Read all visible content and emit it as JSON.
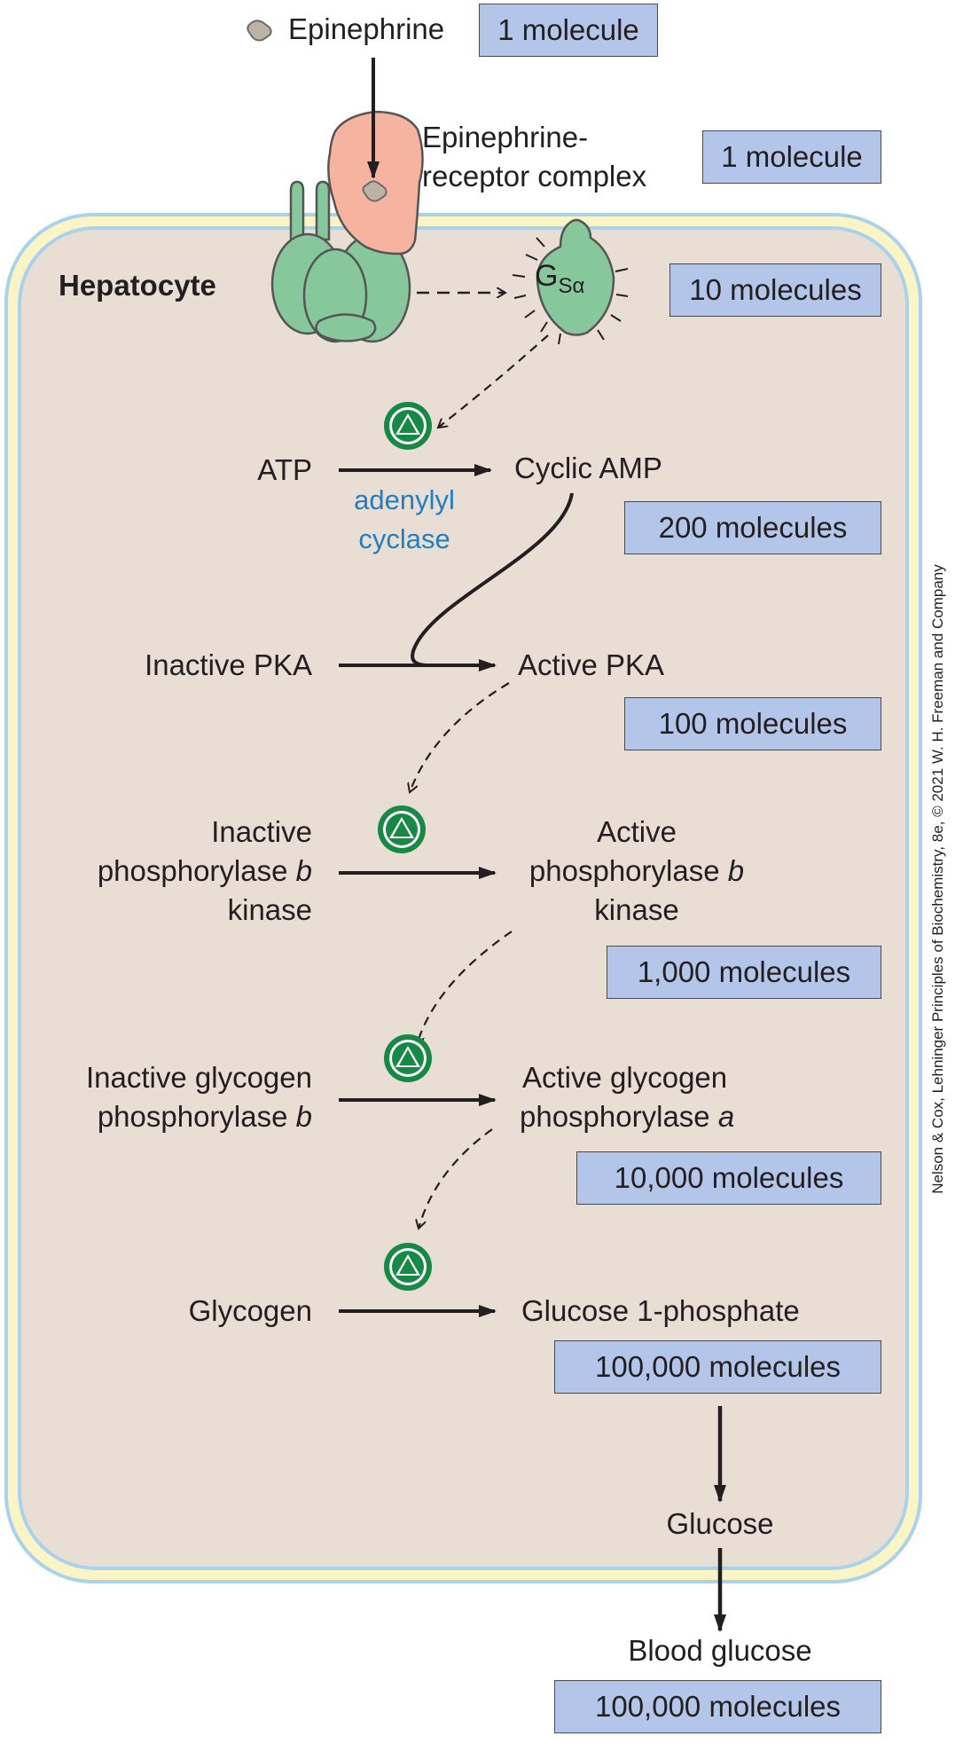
{
  "cell_label": "Hepatocyte",
  "credit": "Nelson & Cox, Lehninger Principles of Biochemistry, 8e, © 2021 W. H. Freeman and Company",
  "gs_alpha": {
    "main": "G",
    "sub": "Sα"
  },
  "enzyme": {
    "line1": "adenylyl",
    "line2": "cyclase"
  },
  "labels": {
    "epinephrine": "Epinephrine",
    "complex_l1": "Epinephrine-",
    "complex_l2": "receptor complex",
    "atp": "ATP",
    "camp": "Cyclic AMP",
    "inactive_pka": "Inactive PKA",
    "active_pka": "Active PKA",
    "ipk_l1": "Inactive",
    "ipk_l2": "phosphorylase",
    "ipk_l3": "kinase",
    "apk_l1": "Active",
    "apk_l2": "phosphorylase",
    "apk_l3": "kinase",
    "italic_b": "b",
    "igp_l1": "Inactive glycogen",
    "igp_l2": "phosphorylase",
    "agp_l1": "Active glycogen",
    "agp_l2": "phosphorylase",
    "italic_a": "a",
    "glycogen": "Glycogen",
    "g1p": "Glucose 1-phosphate",
    "glucose": "Glucose",
    "blood_glucose": "Blood glucose"
  },
  "counts": {
    "epinephrine": "1 molecule",
    "complex": "1 molecule",
    "gs": "10 molecules",
    "camp": "200 molecules",
    "pka": "100 molecules",
    "pk": "1,000 molecules",
    "gp": "10,000 molecules",
    "g1p": "100,000 molecules",
    "blood": "100,000 molecules"
  },
  "colors": {
    "cell_fill": "#e9ded4",
    "membrane_yellow": "#fbf5c6",
    "membrane_blue": "#a9d3ec",
    "receptor": "#86c79c",
    "complex_pink": "#f6b3a0",
    "box": "#b3c5e8",
    "activation_green": "#168a44",
    "enzyme_text": "#1f7fc2"
  }
}
